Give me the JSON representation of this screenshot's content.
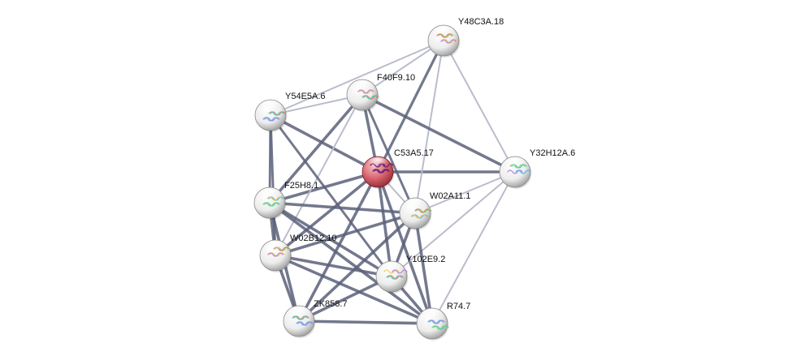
{
  "network": {
    "colors": {
      "background": "#ffffff",
      "node_fill": "#f2f2f2",
      "query_node_fill": "#d9646e",
      "edge_strong": "#5a6079",
      "edge_weak": "#b9bccb"
    },
    "nodes": [
      {
        "id": "C53A5.17",
        "label": "C53A5.17",
        "query": true
      },
      {
        "id": "Y48C3A.18",
        "label": "Y48C3A.18"
      },
      {
        "id": "F40F9.10",
        "label": "F40F9.10"
      },
      {
        "id": "Y54E5A.6",
        "label": "Y54E5A.6"
      },
      {
        "id": "Y32H12A.6",
        "label": "Y32H12A.6"
      },
      {
        "id": "F25H8.1",
        "label": "F25H8.1"
      },
      {
        "id": "W02A11.1",
        "label": "W02A11.1"
      },
      {
        "id": "W02B12.10",
        "label": "W02B12.10"
      },
      {
        "id": "Y102E9.2",
        "label": "Y102E9.2"
      },
      {
        "id": "ZK858.7",
        "label": "ZK858.7"
      },
      {
        "id": "R74.7",
        "label": "R74.7"
      }
    ],
    "edges": [
      {
        "source": "C53A5.17",
        "target": "Y48C3A.18",
        "strength": 0.7
      },
      {
        "source": "C53A5.17",
        "target": "F40F9.10",
        "strength": 0.8
      },
      {
        "source": "C53A5.17",
        "target": "Y54E5A.6",
        "strength": 0.8
      },
      {
        "source": "C53A5.17",
        "target": "Y32H12A.6",
        "strength": 0.8
      },
      {
        "source": "C53A5.17",
        "target": "F25H8.1",
        "strength": 0.8
      },
      {
        "source": "C53A5.17",
        "target": "W02A11.1",
        "strength": 0.3
      },
      {
        "source": "C53A5.17",
        "target": "W02B12.10",
        "strength": 0.8
      },
      {
        "source": "C53A5.17",
        "target": "Y102E9.2",
        "strength": 0.8
      },
      {
        "source": "C53A5.17",
        "target": "ZK858.7",
        "strength": 0.8
      },
      {
        "source": "C53A5.17",
        "target": "R74.7",
        "strength": 0.8
      },
      {
        "source": "Y48C3A.18",
        "target": "F40F9.10",
        "strength": 0.3
      },
      {
        "source": "Y48C3A.18",
        "target": "Y54E5A.6",
        "strength": 0.3
      },
      {
        "source": "Y48C3A.18",
        "target": "Y32H12A.6",
        "strength": 0.3
      },
      {
        "source": "Y48C3A.18",
        "target": "W02A11.1",
        "strength": 0.3
      },
      {
        "source": "F40F9.10",
        "target": "Y54E5A.6",
        "strength": 0.3
      },
      {
        "source": "F40F9.10",
        "target": "Y32H12A.6",
        "strength": 0.8
      },
      {
        "source": "F40F9.10",
        "target": "F25H8.1",
        "strength": 0.8
      },
      {
        "source": "F40F9.10",
        "target": "W02B12.10",
        "strength": 0.3
      },
      {
        "source": "F40F9.10",
        "target": "W02A11.1",
        "strength": 0.6
      },
      {
        "source": "Y54E5A.6",
        "target": "F25H8.1",
        "strength": 0.6
      },
      {
        "source": "Y54E5A.6",
        "target": "W02B12.10",
        "strength": 0.6
      },
      {
        "source": "Y54E5A.6",
        "target": "Y102E9.2",
        "strength": 0.6
      },
      {
        "source": "Y32H12A.6",
        "target": "W02A11.1",
        "strength": 0.3
      },
      {
        "source": "Y32H12A.6",
        "target": "Y102E9.2",
        "strength": 0.3
      },
      {
        "source": "Y32H12A.6",
        "target": "R74.7",
        "strength": 0.3
      },
      {
        "source": "F25H8.1",
        "target": "W02A11.1",
        "strength": 0.8
      },
      {
        "source": "F25H8.1",
        "target": "W02B12.10",
        "strength": 0.8
      },
      {
        "source": "F25H8.1",
        "target": "Y102E9.2",
        "strength": 0.8
      },
      {
        "source": "F25H8.1",
        "target": "ZK858.7",
        "strength": 0.8
      },
      {
        "source": "F25H8.1",
        "target": "R74.7",
        "strength": 0.8
      },
      {
        "source": "W02A11.1",
        "target": "W02B12.10",
        "strength": 0.8
      },
      {
        "source": "W02A11.1",
        "target": "Y102E9.2",
        "strength": 0.8
      },
      {
        "source": "W02A11.1",
        "target": "ZK858.7",
        "strength": 0.8
      },
      {
        "source": "W02A11.1",
        "target": "R74.7",
        "strength": 0.8
      },
      {
        "source": "W02B12.10",
        "target": "Y102E9.2",
        "strength": 0.8
      },
      {
        "source": "W02B12.10",
        "target": "ZK858.7",
        "strength": 0.8
      },
      {
        "source": "W02B12.10",
        "target": "R74.7",
        "strength": 0.8
      },
      {
        "source": "Y102E9.2",
        "target": "ZK858.7",
        "strength": 0.8
      },
      {
        "source": "Y102E9.2",
        "target": "R74.7",
        "strength": 0.8
      },
      {
        "source": "ZK858.7",
        "target": "R74.7",
        "strength": 0.8
      }
    ]
  }
}
